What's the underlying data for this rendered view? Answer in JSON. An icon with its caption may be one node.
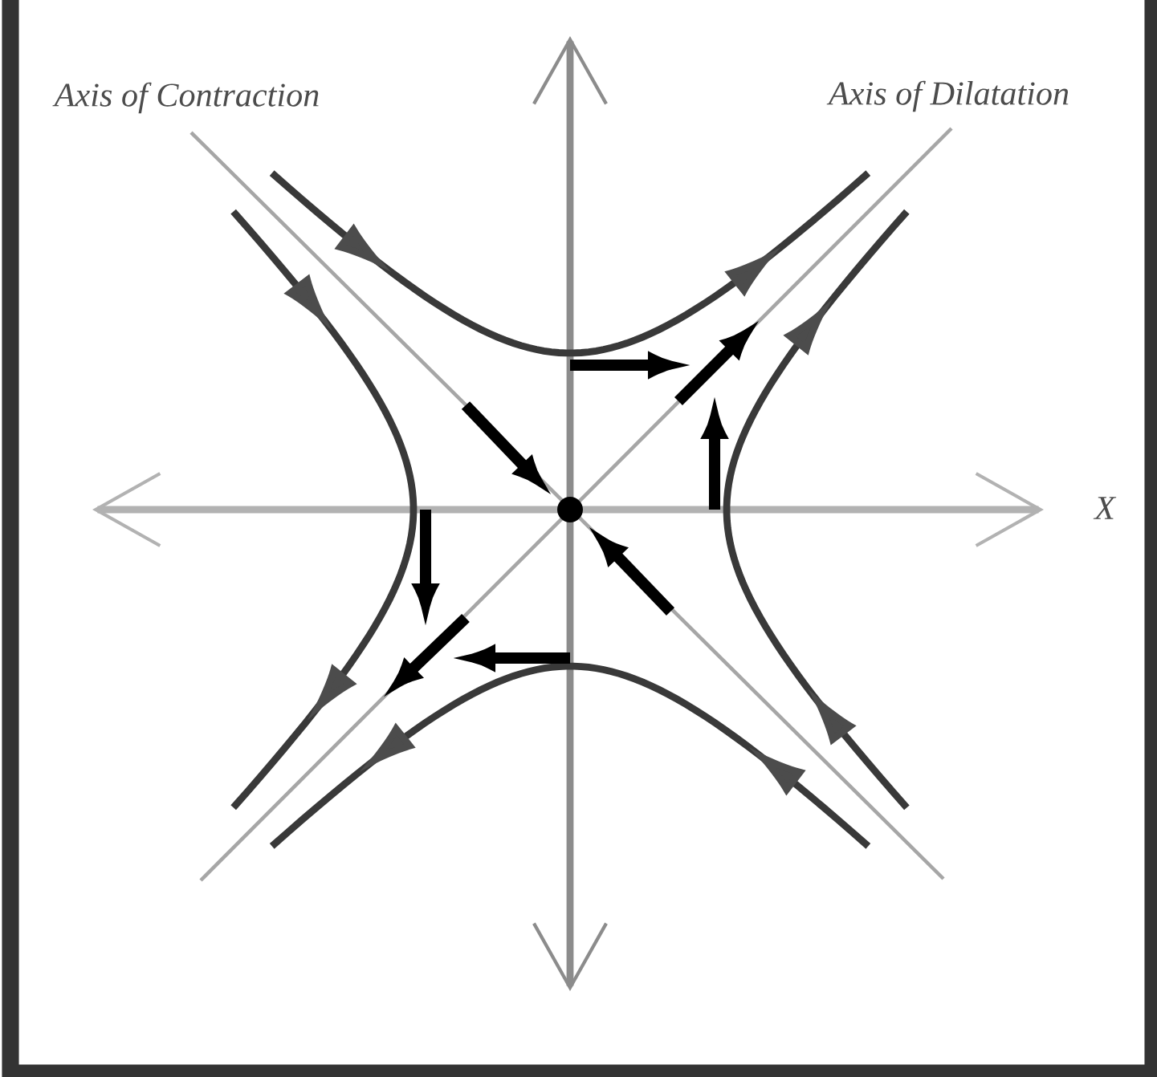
{
  "diagram": {
    "labels": [
      "Axis of Contraction",
      "Axis of Dilatation",
      "X"
    ]
  }
}
